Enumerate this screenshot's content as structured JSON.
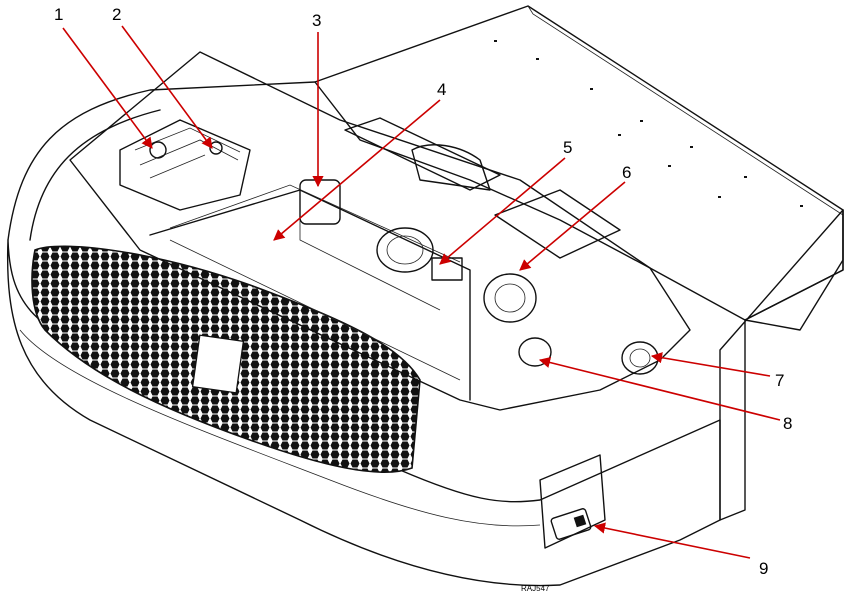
{
  "diagram": {
    "callouts": [
      {
        "number": "1"
      },
      {
        "number": "2"
      },
      {
        "number": "3"
      },
      {
        "number": "4"
      },
      {
        "number": "5"
      },
      {
        "number": "6"
      },
      {
        "number": "7"
      },
      {
        "number": "8"
      },
      {
        "number": "9"
      }
    ],
    "figure_id": "RAJ547",
    "colors": {
      "leader": "#cc0000",
      "line": "#111111",
      "background": "#ffffff"
    }
  }
}
